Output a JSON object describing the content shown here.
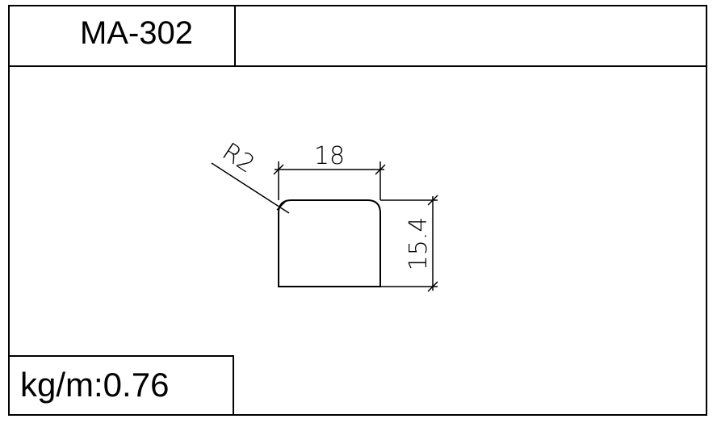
{
  "title_block": {
    "part_number": "MA-302",
    "description": ""
  },
  "weight": {
    "label": "kg/m:0.76"
  },
  "dimensions": {
    "width": "18",
    "height": "15.4",
    "radius": "R2"
  }
}
